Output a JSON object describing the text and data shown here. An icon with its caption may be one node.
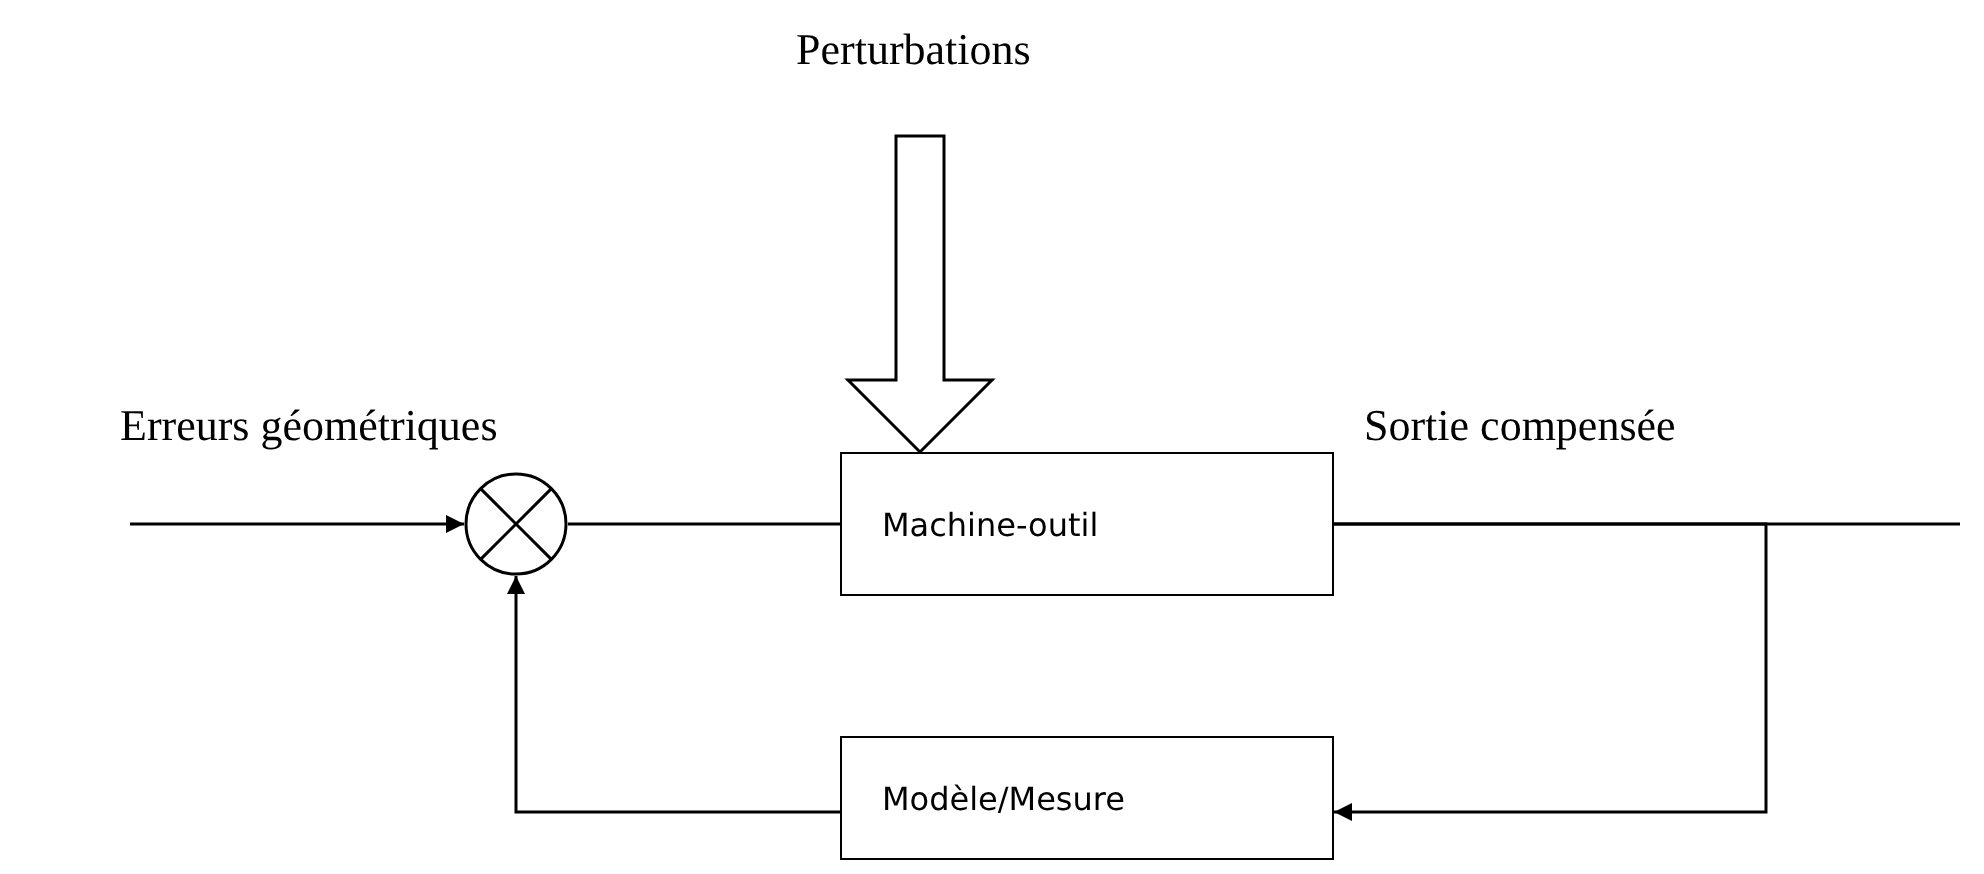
{
  "diagram": {
    "nodes": [
      {
        "text": [
          "Perturbations"
        ]
      },
      {
        "text": [],
        "shape": "circle"
      },
      {
        "text": [
          "Machine-outil"
        ]
      },
      {
        "text": [
          "Modèle/Mesure"
        ]
      }
    ],
    "edges": [
      {
        "from": null,
        "to": 1,
        "arrow": "to"
      },
      {
        "from": 0,
        "to": 2,
        "arrow": "to",
        "style": "thick"
      },
      {
        "from": 1,
        "to": 2,
        "arrow": "none"
      },
      {
        "from": 2,
        "to": null,
        "arrow": "none"
      },
      {
        "from": 2,
        "to": 3,
        "arrow": "to"
      },
      {
        "from": 3,
        "to": 1,
        "arrow": "to"
      }
    ],
    "labels": [
      "Erreurs géométriques",
      "Sortie compensée"
    ]
  }
}
